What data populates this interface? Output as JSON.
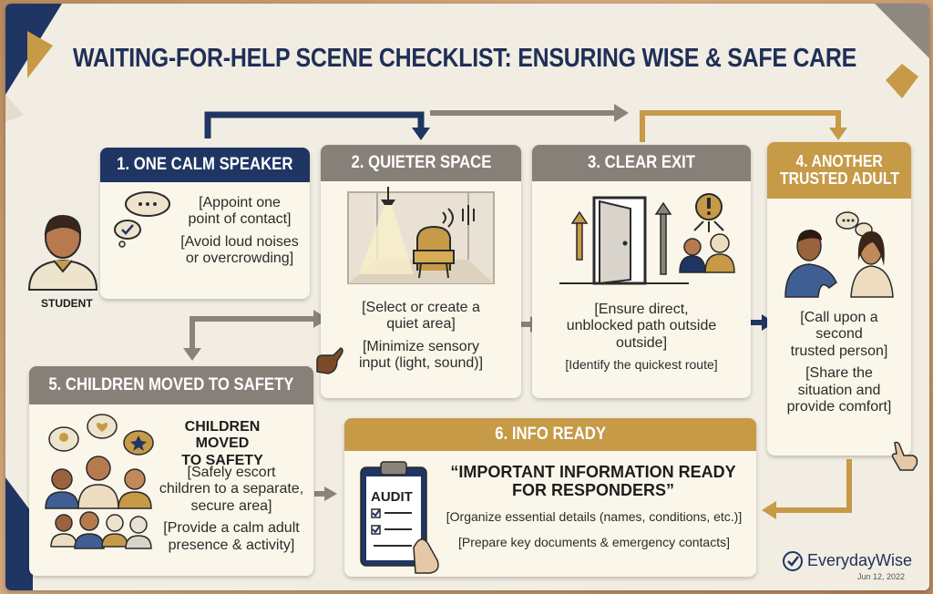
{
  "title": "WAITING-FOR-HELP SCENE CHECKLIST: ENSURING WISE & SAFE CARE",
  "student_label": "STUDENT",
  "cards": {
    "speaker": {
      "header": "1. ONE CALM SPEAKER",
      "lines": [
        "[Appoint one",
        "point of contact]",
        "[Avoid loud noises",
        "or overcrowding]"
      ]
    },
    "quiet": {
      "header": "2. QUIETER SPACE",
      "lines": [
        "[Select or create a",
        "quiet area]",
        "[Minimize sensory",
        "input (light, sound)]"
      ]
    },
    "exit": {
      "header": "3. CLEAR EXIT",
      "lines": [
        "[Ensure direct,",
        "unblocked path outside",
        "outside]",
        "[Identify the quickest route]"
      ]
    },
    "adult": {
      "header_lines": [
        "4. ANOTHER",
        "TRUSTED ADULT"
      ],
      "lines": [
        "[Call upon a",
        "second",
        "trusted person]",
        "[Share the",
        "situation and",
        "provide comfort]"
      ]
    },
    "children": {
      "header": "5. CHILDREN MOVED TO SAFETY",
      "subtitle_lines": [
        "CHILDREN MOVED",
        "TO SAFETY"
      ],
      "lines": [
        "[Safely escort",
        "children to a separate,",
        "secure area]",
        "[Provide a calm adult",
        "presence & activity]"
      ]
    },
    "info": {
      "header": "6. INFO READY",
      "quote_lines": [
        "“IMPORTANT INFORMATION READY",
        "FOR RESPONDERS”"
      ],
      "lines": [
        "[Organize essential details (names, conditions, etc.)]",
        "[Prepare key documents & emergency contacts]"
      ],
      "clipboard_label": "AUDIT"
    }
  },
  "brand": {
    "name": "EverydayWise",
    "date": "Jun 12, 2022"
  },
  "colors": {
    "navy": "#1f3563",
    "gray": "#878079",
    "gold": "#c69a47",
    "paper": "#f1ede3",
    "card": "#fbf6ea"
  }
}
